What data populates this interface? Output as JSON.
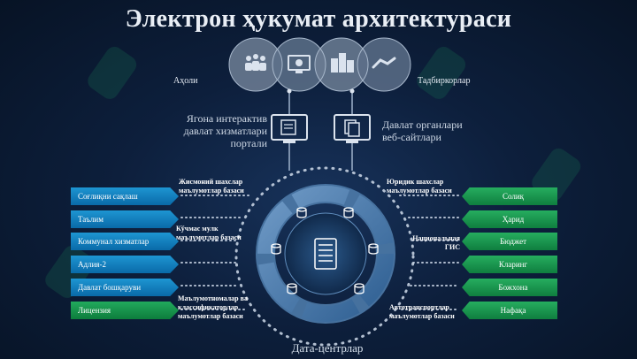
{
  "title": "Электрон ҳукумат архитектураси",
  "top_labels": {
    "left": "Аҳоли",
    "right": "Тадбиркорлар"
  },
  "portals": {
    "left": [
      "Ягона интерактив",
      "давлат хизматлари",
      "портали"
    ],
    "right": [
      "Давлат органлари",
      "веб-сайтлари"
    ]
  },
  "databases": {
    "physical": [
      "Жисмоний шахслар",
      "маълумотлар базаси"
    ],
    "legal": [
      "Юридик шахслар",
      "маълумотлар базаси"
    ],
    "property": [
      "Кўчмас мулк",
      "маълумотлар базаси"
    ],
    "gis": [
      "Национальная",
      "ГИС"
    ],
    "classifiers": [
      "Маълумотномалар ва",
      "классификаторлар",
      "маълумотлар базаси"
    ],
    "vehicles": [
      "Автотранспортлар",
      "маълумотлар базаси"
    ]
  },
  "left_systems": [
    {
      "label": "Соғлиқни сақлаш",
      "color": "blue"
    },
    {
      "label": "Таълим",
      "color": "blue"
    },
    {
      "label": "Коммунал хизматлар",
      "color": "blue"
    },
    {
      "label": "Адлия-2",
      "color": "blue"
    },
    {
      "label": "Давлат бошқаруви",
      "color": "blue"
    },
    {
      "label": "Лицензия",
      "color": "green"
    }
  ],
  "right_systems": [
    {
      "label": "Солиқ"
    },
    {
      "label": "Ҳарид"
    },
    {
      "label": "Бюджет"
    },
    {
      "label": "Кларинг"
    },
    {
      "label": "Божхона"
    },
    {
      "label": "Нафақа"
    }
  ],
  "center_label": "Дата-центрлар",
  "colors": {
    "blue_pill": "#1e95d2",
    "green_pill": "#22a95d",
    "line": "#9fb3cc",
    "ring": "#4d7aa8"
  },
  "icons": [
    "people-icon",
    "computer-icon",
    "buildings-icon",
    "handshake-icon",
    "document-monitor-icon",
    "database-icon",
    "server-icon"
  ]
}
